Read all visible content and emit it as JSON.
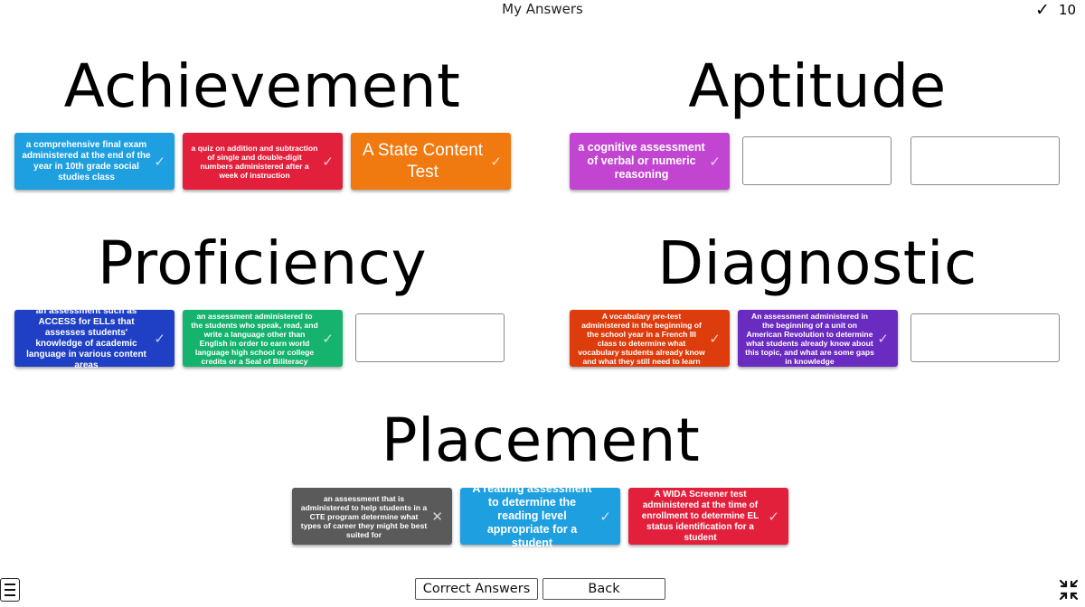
{
  "header": {
    "title": "My Answers",
    "score_icon": "checkmark-icon",
    "score": "10"
  },
  "groups": {
    "achievement": {
      "heading": "Achievement",
      "cards": [
        {
          "text": "a comprehensive final exam administered at the end of the year in 10th grade social studies class",
          "color": "#1e9fe0",
          "mark": "✓"
        },
        {
          "text": "a quiz on addition and subtraction of single and double-digit numbers administered after a week of instruction",
          "color": "#e3203c",
          "mark": "✓"
        },
        {
          "text": "A State Content Test",
          "color": "#f07a0f",
          "mark": "✓"
        }
      ]
    },
    "aptitude": {
      "heading": "Aptitude",
      "cards": [
        {
          "text": "a cognitive assessment of verbal or numeric reasoning",
          "color": "#c245d1",
          "mark": "✓"
        }
      ]
    },
    "proficiency": {
      "heading": "Proficiency",
      "cards": [
        {
          "text": "an assessment such as ACCESS for ELLs that assesses students' knowledge of academic language in various content areas",
          "color": "#1f3fc4",
          "mark": "✓"
        },
        {
          "text": "an assessment administered to the students who speak, read, and write a language other than English in order to earn world language high school or college credits or a Seal of Biliteracy",
          "color": "#16b36e",
          "mark": "✓"
        }
      ]
    },
    "diagnostic": {
      "heading": "Diagnostic",
      "cards": [
        {
          "text": "A vocabulary pre-test administered in the beginning of the school year in a French III class to determine what vocabulary students already know and what they still need to learn",
          "color": "#dd3c0c",
          "mark": "✓"
        },
        {
          "text": "An assessment administered in the beginning of a unit on American Revolution to determine what students already know about this topic, and what are some gaps in knowledge",
          "color": "#6a2bc0",
          "mark": "✓"
        }
      ]
    },
    "placement": {
      "heading": "Placement",
      "cards": [
        {
          "text": "an assessment that is administered to help students in a CTE program determine what types of career they might be best suited for",
          "color": "#5a5a5a",
          "mark": "✕"
        },
        {
          "text": "A reading assessment to determine the reading level appropriate for a student",
          "color": "#1e9fe0",
          "mark": "✓"
        },
        {
          "text": "A WIDA Screener test administered at the time of enrollment to determine EL status identification for a student",
          "color": "#e3203c",
          "mark": "✓"
        }
      ]
    }
  },
  "footer": {
    "correct_answers_label": "Correct Answers",
    "back_label": "Back",
    "menu_icon": "menu-icon",
    "collapse_icon": "collapse-fullscreen-icon"
  }
}
